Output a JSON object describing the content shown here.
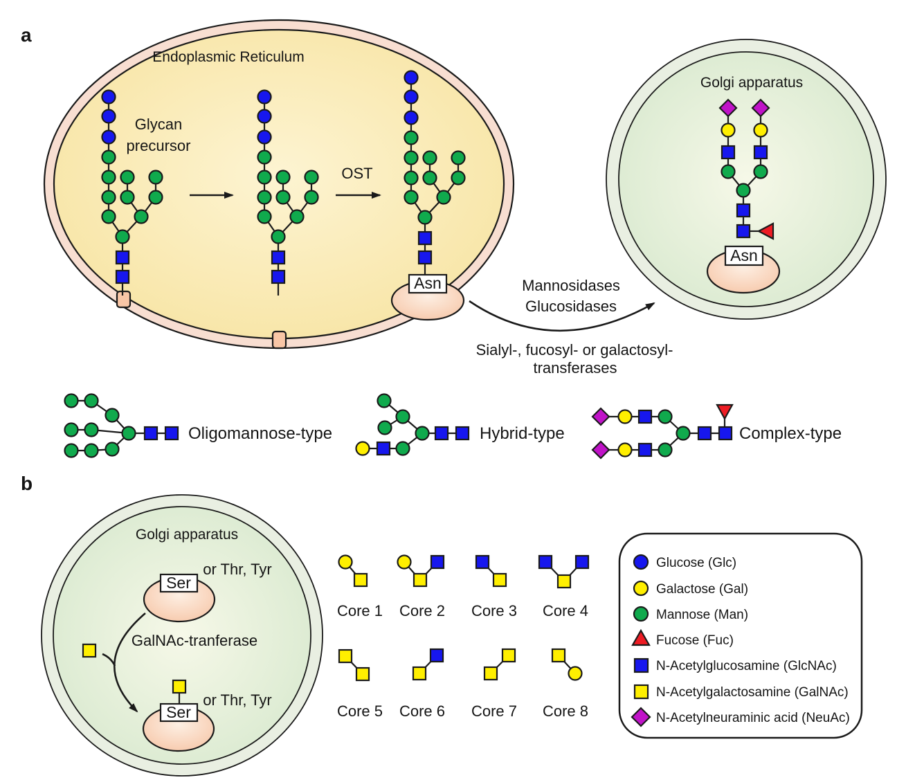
{
  "colors": {
    "line": "#1a1a1a",
    "glc": "#1717ee",
    "gal": "#ffef00",
    "man": "#10aa4d",
    "fuc": "#ee1c24",
    "glcnac": "#1717ee",
    "galnac": "#ffef00",
    "neuac": "#c013c8",
    "er_membrane": "#f8ded1",
    "membrane_anchor": "#f9c6a6",
    "golgi_ring": "#e9efe2",
    "label_box": "#ffffff"
  },
  "panel_a": {
    "label": "a",
    "er_title": "Endoplasmic Reticulum",
    "precursor_line1": "Glycan",
    "precursor_line2": "precursor",
    "ost_label": "OST",
    "asn_label": "Asn",
    "golgi_title": "Golgi apparatus",
    "transfer_enzymes_line1": "Mannosidases",
    "transfer_enzymes_line2": "Glucosidases",
    "transfer_enzymes_line3": "Sialyl-, fucosyl- or galactosyl-",
    "transfer_enzymes_line4": "transferases",
    "type_oligomannose": "Oligomannose-type",
    "type_hybrid": "Hybrid-type",
    "type_complex": "Complex-type"
  },
  "panel_b": {
    "label": "b",
    "golgi_title": "Golgi apparatus",
    "ser_label": "Ser",
    "alt_residues": "or Thr, Tyr",
    "enzyme_label": "GalNAc-tranferase",
    "cores": [
      "Core 1",
      "Core 2",
      "Core 3",
      "Core 4",
      "Core 5",
      "Core 6",
      "Core 7",
      "Core 8"
    ]
  },
  "legend": {
    "items": [
      {
        "icon": "glucose-circle",
        "label": "Glucose (Glc)"
      },
      {
        "icon": "galactose-circle",
        "label": "Galactose (Gal)"
      },
      {
        "icon": "mannose-circle",
        "label": "Mannose (Man)"
      },
      {
        "icon": "fucose-triangle",
        "label": "Fucose (Fuc)"
      },
      {
        "icon": "glcnac-square",
        "label": "N-Acetylglucosamine (GlcNAc)"
      },
      {
        "icon": "galnac-square",
        "label": "N-Acetylgalactosamine (GalNAc)"
      },
      {
        "icon": "neuac-diamond",
        "label": "N-Acetylneuraminic acid (NeuAc)"
      }
    ]
  }
}
